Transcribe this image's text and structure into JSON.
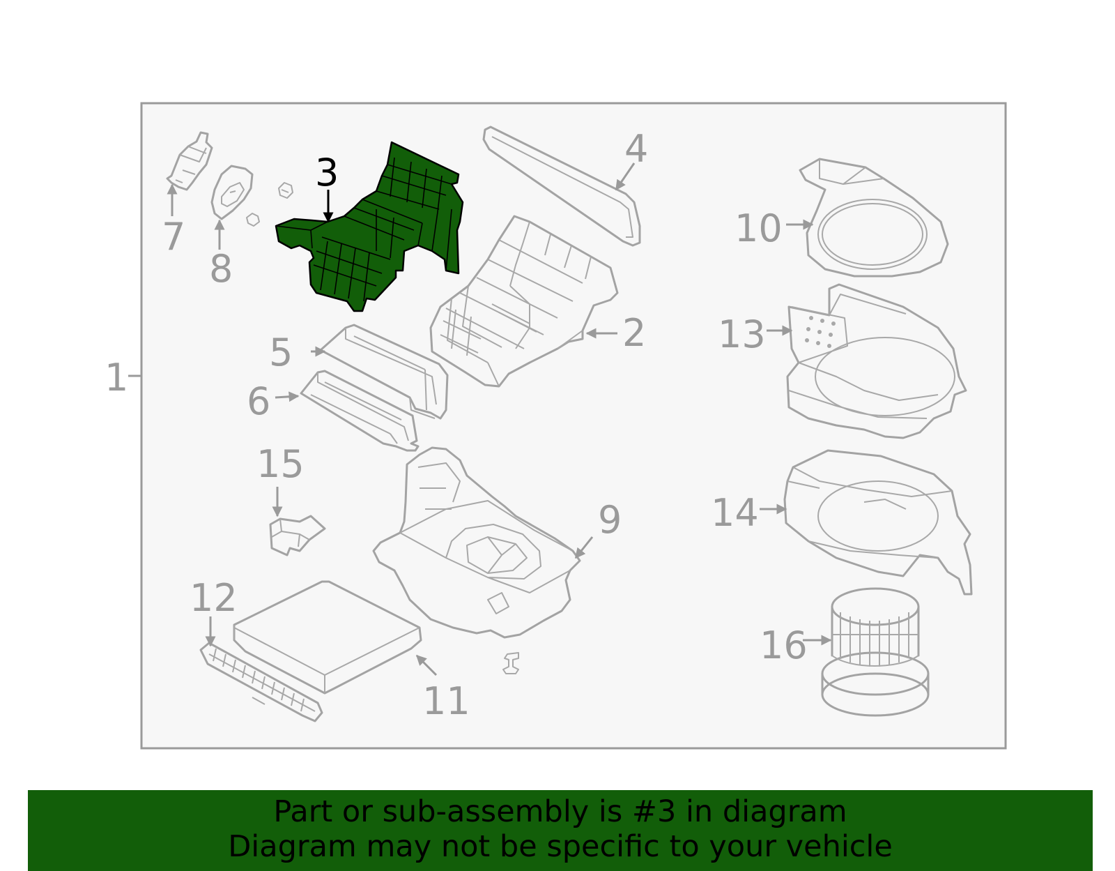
{
  "diagram": {
    "callouts": {
      "c1": "1",
      "c2": "2",
      "c3": "3",
      "c4": "4",
      "c5": "5",
      "c6": "6",
      "c7": "7",
      "c8": "8",
      "c9": "9",
      "c10": "10",
      "c11": "11",
      "c12": "12",
      "c13": "13",
      "c14": "14",
      "c15": "15",
      "c16": "16"
    },
    "highlighted_part": "3",
    "colors": {
      "highlight": "#125e09",
      "line": "#a3a3a3",
      "frame_bg": "#f7f7f7"
    }
  },
  "banner": {
    "line1": "Part or sub-assembly is #3 in diagram",
    "line2": "Diagram may not be specific to your vehicle"
  }
}
